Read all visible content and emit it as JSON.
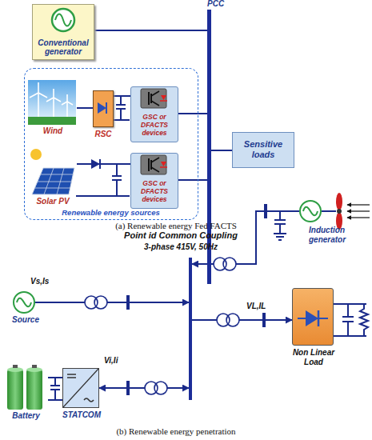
{
  "diagram": {
    "nodes": [
      {
        "text": [
          "Conventional generator"
        ]
      },
      {
        "text": [
          "PCC"
        ]
      },
      {
        "text": [
          "Renewable energy sources"
        ]
      },
      {
        "text": [
          "Wind"
        ],
        "in": 2
      },
      {
        "text": [
          "RSC"
        ],
        "in": 2
      },
      {
        "text": [
          "GSC or DFACTS devices"
        ],
        "in": 2
      },
      {
        "text": [
          "Solar PV"
        ],
        "in": 2
      },
      {
        "text": [
          "GSC or DFACTS devices"
        ],
        "in": 2
      },
      {
        "text": [
          "Sensitive loads"
        ]
      },
      {
        "text": [
          "Point id Common Coupling",
          "3-phase 415V, 50Hz"
        ]
      },
      {
        "text": [
          "Induction generator"
        ]
      },
      {
        "text": [
          "Source"
        ]
      },
      {
        "text": [
          "Non Linear Load"
        ]
      },
      {
        "text": [
          "Battery"
        ]
      },
      {
        "text": [
          "STATCOM"
        ]
      }
    ],
    "edges": [
      {
        "from": 0,
        "to": 1,
        "arrow": "none"
      },
      {
        "from": 3,
        "to": 4,
        "arrow": "none"
      },
      {
        "from": 4,
        "to": 5,
        "arrow": "none"
      },
      {
        "from": 5,
        "to": 1,
        "arrow": "none"
      },
      {
        "from": 6,
        "to": 7,
        "arrow": "none"
      },
      {
        "from": 7,
        "to": 1,
        "arrow": "none"
      },
      {
        "from": 1,
        "to": 8,
        "arrow": "none"
      },
      {
        "from": 10,
        "to": 9,
        "arrow": "to"
      },
      {
        "from": 11,
        "to": 9,
        "arrow": "to"
      },
      {
        "from": 9,
        "to": 12,
        "arrow": "to"
      },
      {
        "from": 13,
        "to": 14,
        "arrow": "none"
      },
      {
        "from": 14,
        "to": 9,
        "arrow": "both"
      }
    ],
    "labels": [
      "(a) Renewable energy Fed FACTS",
      "Vs,Is",
      "VL,IL",
      "Vi,Ii",
      "(b) Renewable energy penetration"
    ]
  }
}
